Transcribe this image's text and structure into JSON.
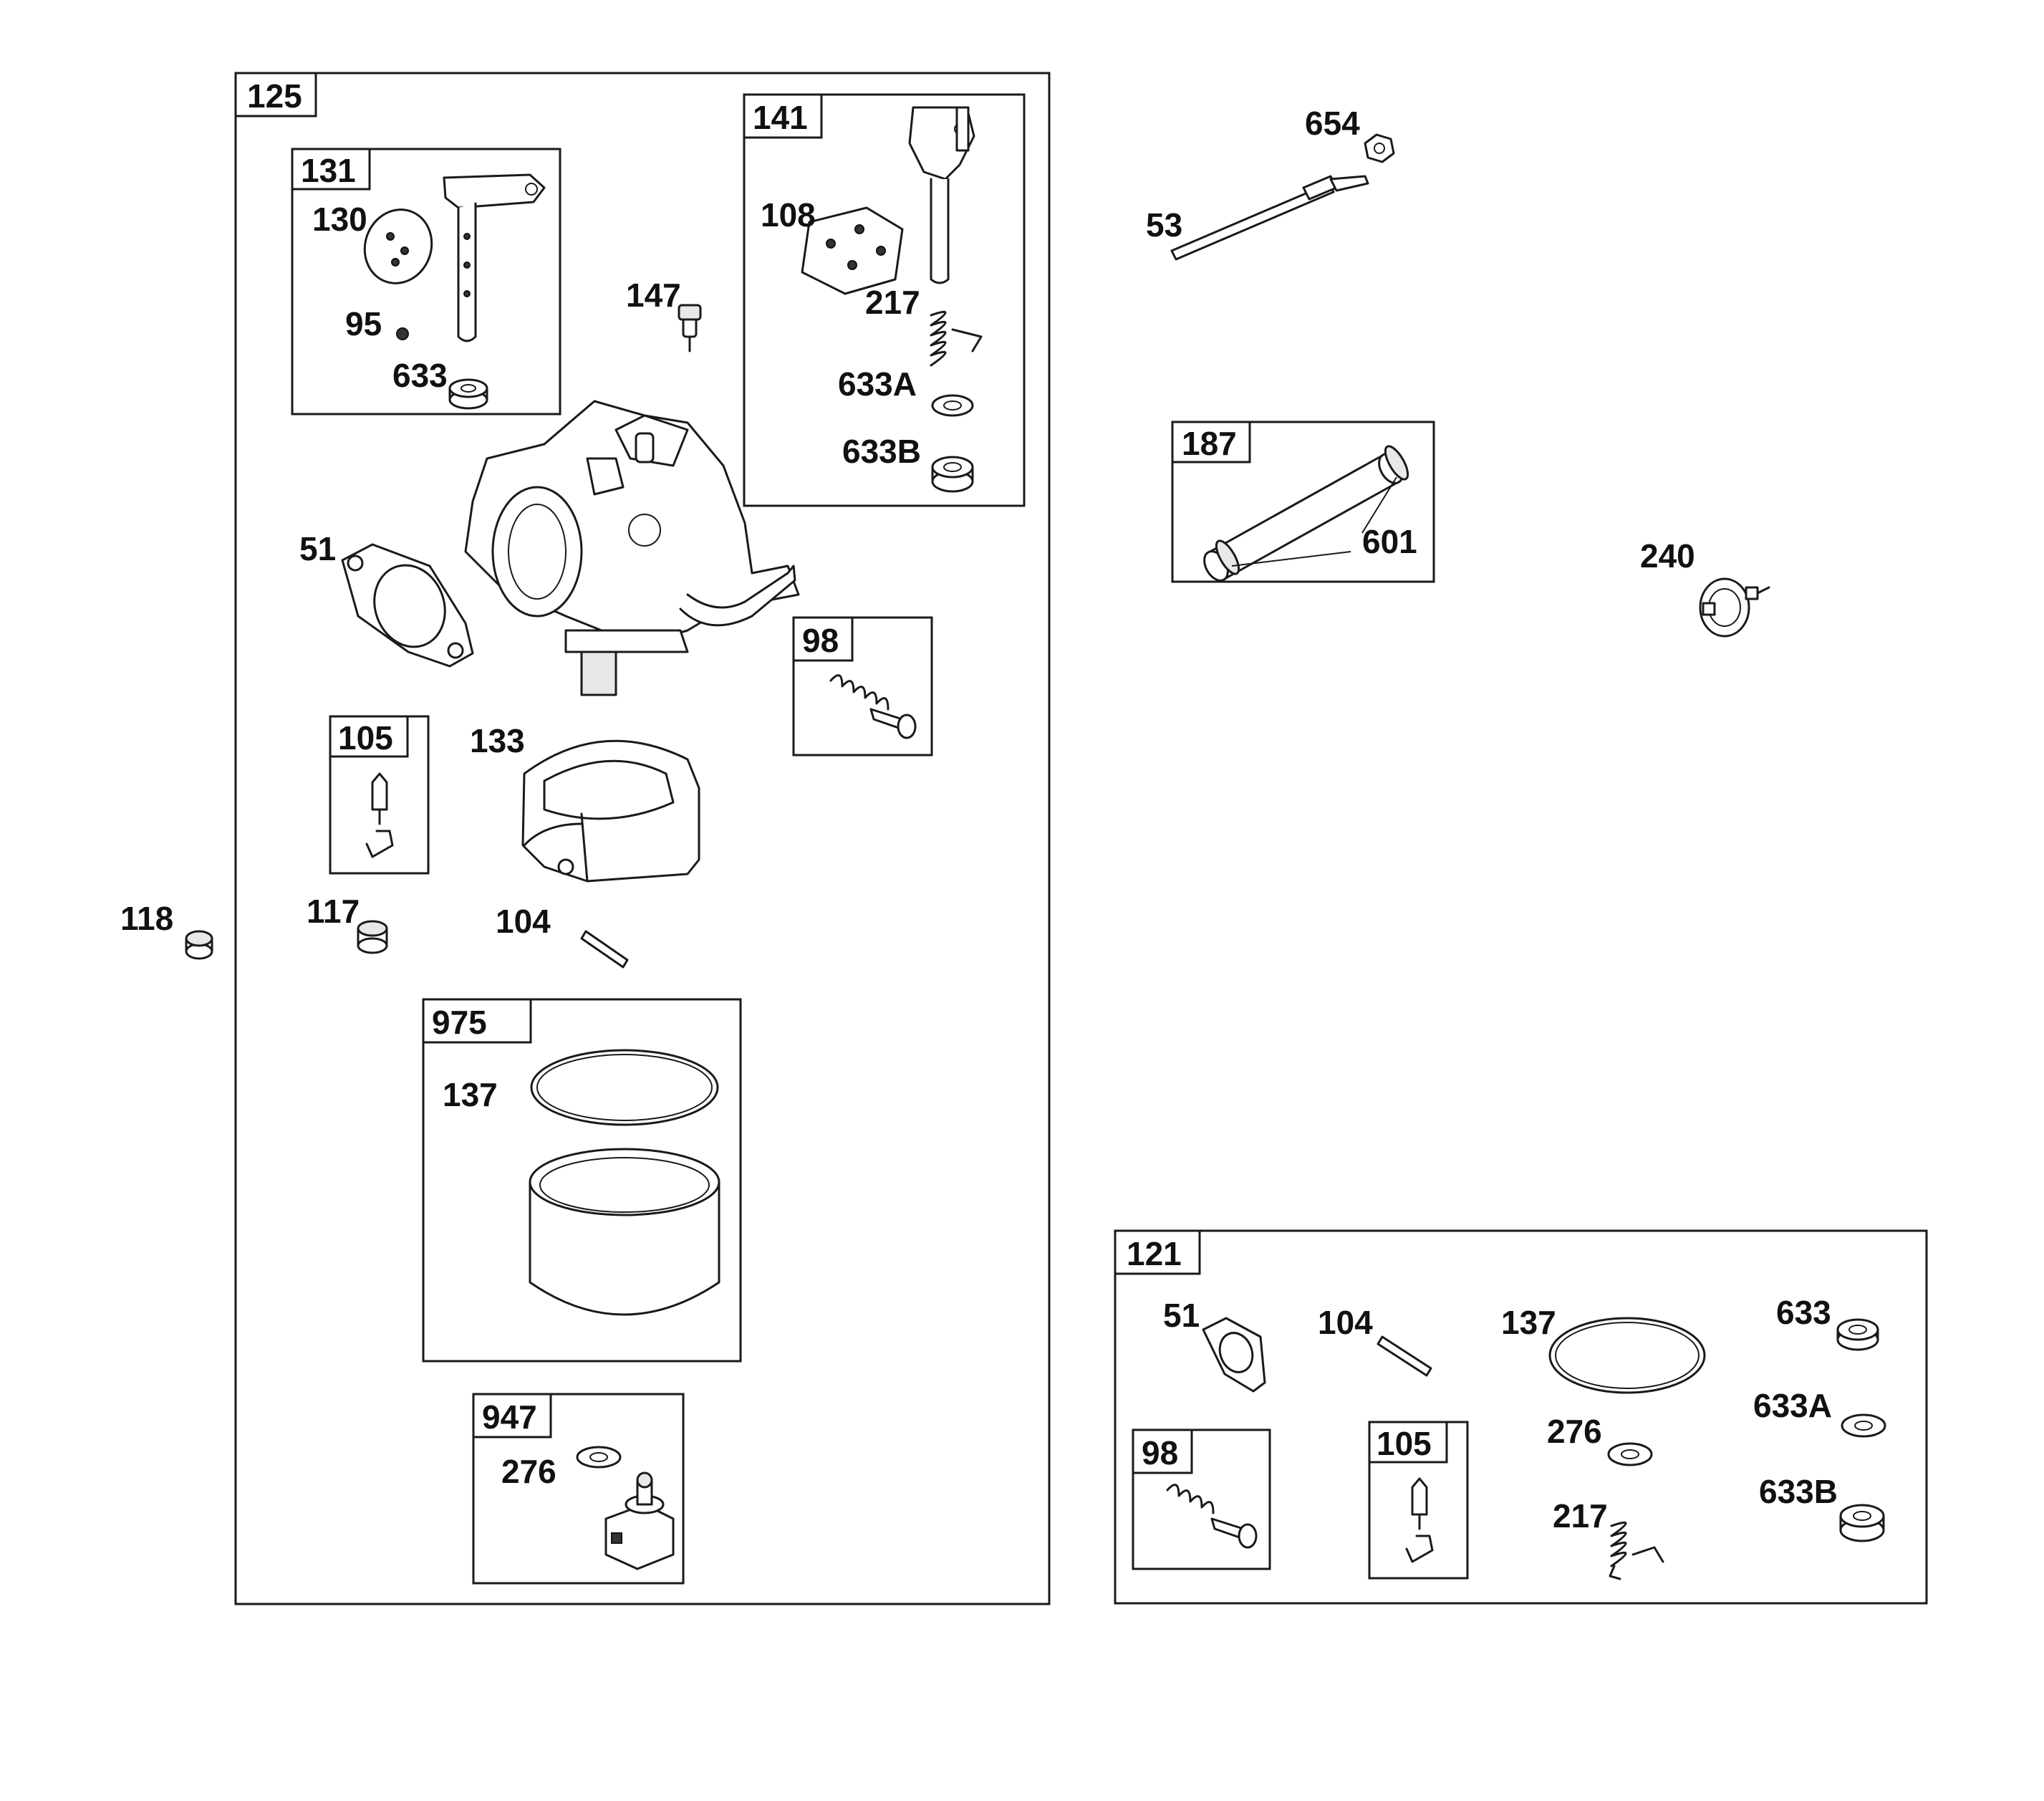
{
  "groups": {
    "g125": "125",
    "g131": "131",
    "g141": "141",
    "g98": "98",
    "g105": "105",
    "g975": "975",
    "g947": "947",
    "g187": "187",
    "g121": "121",
    "g121_98": "98",
    "g121_105": "105"
  },
  "parts": {
    "p130": "130",
    "p95": "95",
    "p633": "633",
    "p147": "147",
    "p108": "108",
    "p217": "217",
    "p633A": "633A",
    "p633B": "633B",
    "p51": "51",
    "p133": "133",
    "p117": "117",
    "p104": "104",
    "p118": "118",
    "p137": "137",
    "p276": "276",
    "p654": "654",
    "p53": "53",
    "p601": "601",
    "p240": "240",
    "k51": "51",
    "k104": "104",
    "k137": "137",
    "k633": "633",
    "k633A": "633A",
    "k276": "276",
    "k217": "217",
    "k633B": "633B"
  }
}
